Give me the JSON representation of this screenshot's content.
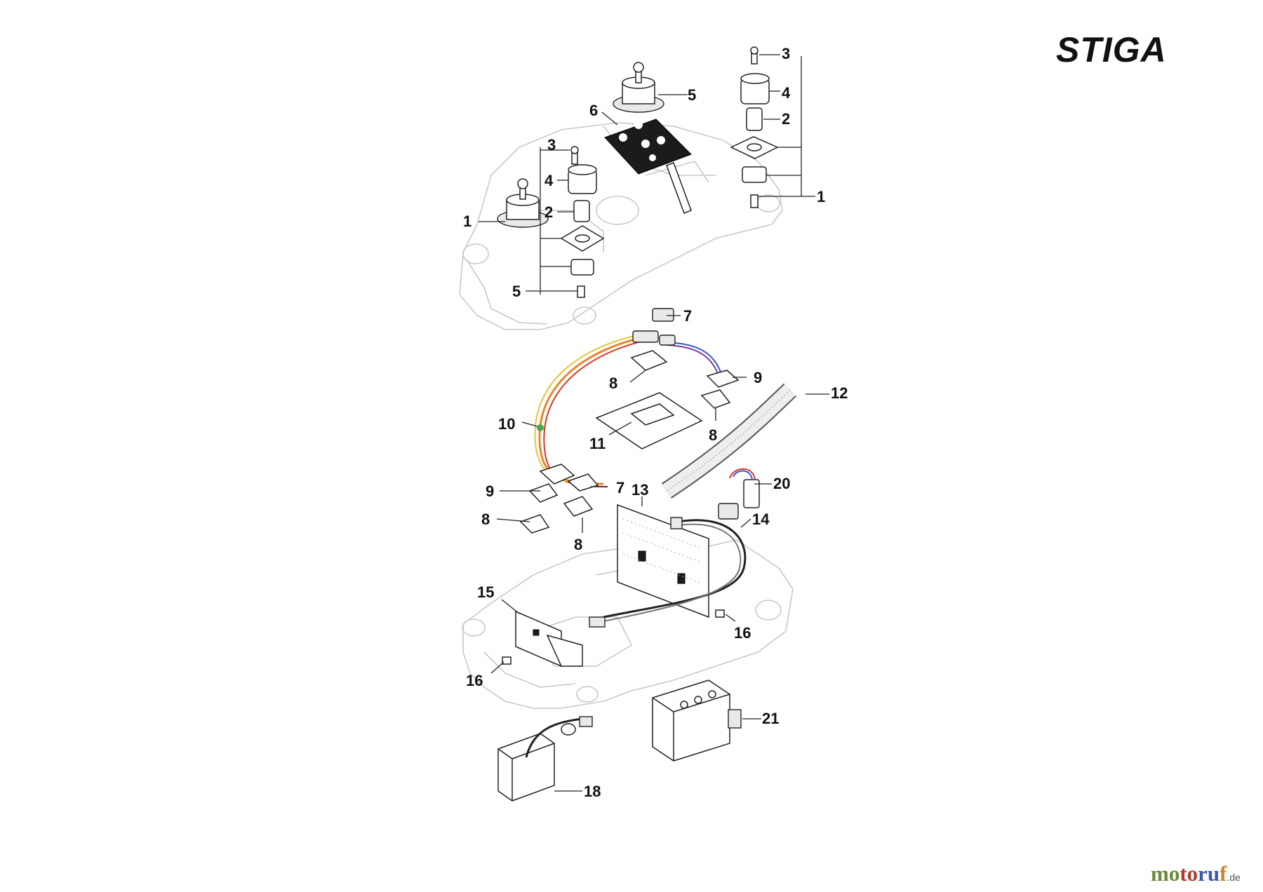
{
  "brand_logo": "STIGA",
  "watermark": {
    "part_a": "mo",
    "part_b": "to",
    "part_c": "ru",
    "part_d": "f",
    "tld": ".de"
  },
  "callouts": [
    "1",
    "2",
    "3",
    "4",
    "5",
    "6",
    "7",
    "8",
    "9",
    "10",
    "11",
    "12",
    "13",
    "14",
    "15",
    "16",
    "18",
    "20",
    "21"
  ],
  "colors": {
    "ink": "#111111",
    "ghost": "#c8c8c8",
    "wire_orange": "#e8842a",
    "wire_red": "#d63b2a",
    "wire_yellow": "#e6c43a",
    "wire_blue": "#3a57c8",
    "wire_purple": "#7b3aa8",
    "wire_green": "#4aa84a"
  }
}
